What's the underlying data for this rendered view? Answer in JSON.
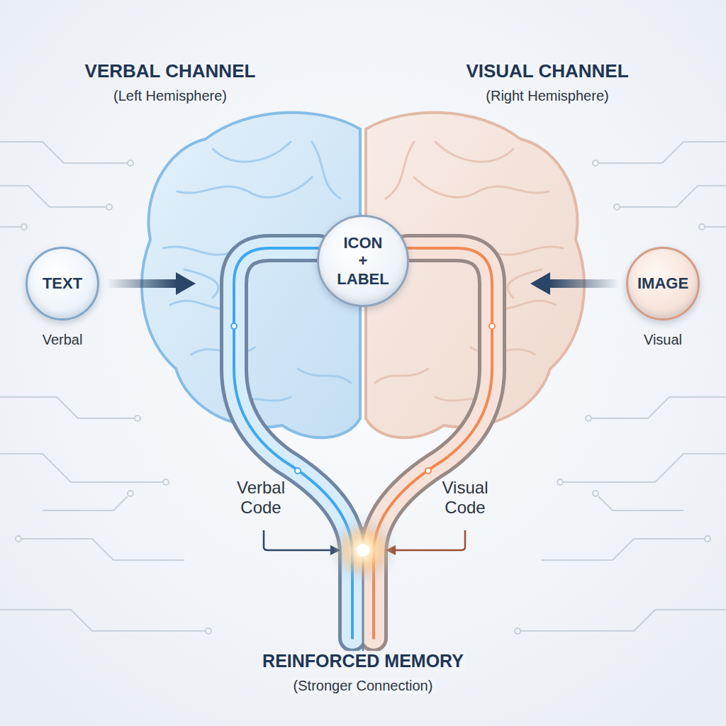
{
  "diagram": {
    "nodes": [
      {
        "text": [
          "TEXT",
          "Verbal"
        ]
      },
      {
        "text": [
          "IMAGE",
          "Visual"
        ]
      },
      {
        "text": [
          "ICON + LABEL"
        ]
      }
    ],
    "labels": [
      "VERBAL CHANNEL",
      "(Left Hemisphere)",
      "VISUAL CHANNEL",
      "(Right Hemisphere)",
      "Verbal Code",
      "Visual Code",
      "REINFORCED MEMORY",
      "(Stronger Connection)"
    ]
  }
}
